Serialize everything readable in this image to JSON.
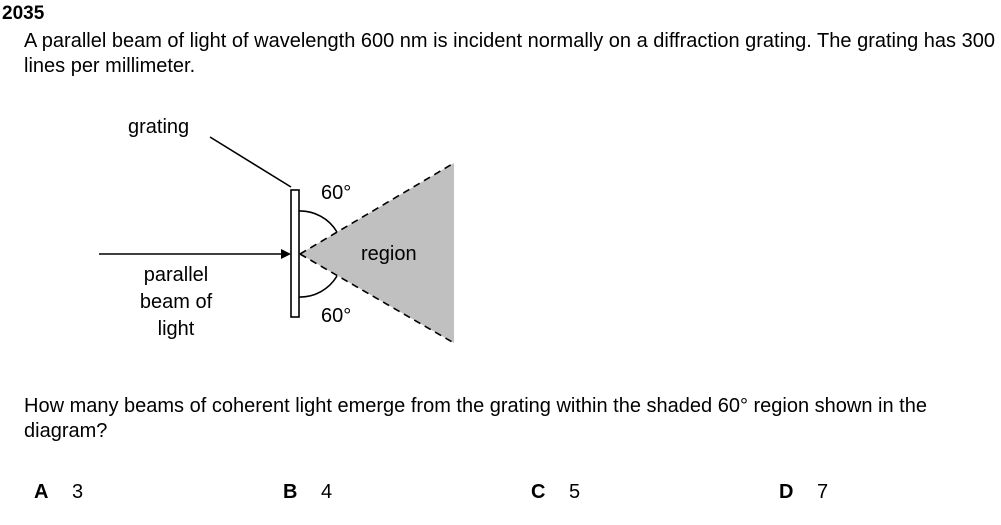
{
  "question_number": "2035",
  "stem": "A parallel beam of light of wavelength 600 nm is incident normally on a diffraction grating. The grating has 300 lines per millimeter.",
  "diagram": {
    "label_grating": "grating",
    "label_beam": [
      "parallel",
      "beam of",
      "light"
    ],
    "angle_top": "60°",
    "angle_bottom": "60°",
    "label_region": "region",
    "region_color": "#c0c0c0"
  },
  "question": "How many beams of coherent light emerge from the grating within the shaded 60° region shown in the diagram?",
  "options": [
    {
      "letter": "A",
      "value": "3"
    },
    {
      "letter": "B",
      "value": "4"
    },
    {
      "letter": "C",
      "value": "5"
    },
    {
      "letter": "D",
      "value": "7"
    }
  ]
}
